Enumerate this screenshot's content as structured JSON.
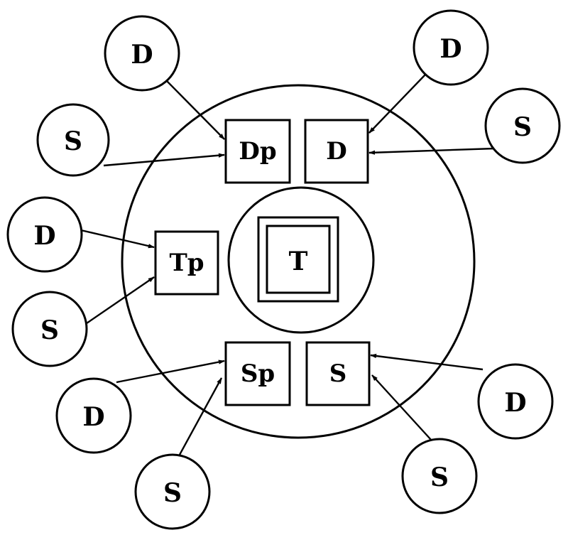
{
  "diagram": {
    "center_label": "T",
    "inner_boxes": {
      "dp": "Dp",
      "d": "D",
      "tp": "Tp",
      "sp": "Sp",
      "s": "S"
    },
    "outer_nodes": {
      "d_top_left": "D",
      "s_upper_left": "S",
      "d_top_right": "D",
      "s_upper_right": "S",
      "d_mid_left": "D",
      "s_mid_left": "S",
      "d_bottom_left": "D",
      "s_bottom_left": "S",
      "d_bottom_right": "D",
      "s_bottom_right": "S"
    }
  }
}
